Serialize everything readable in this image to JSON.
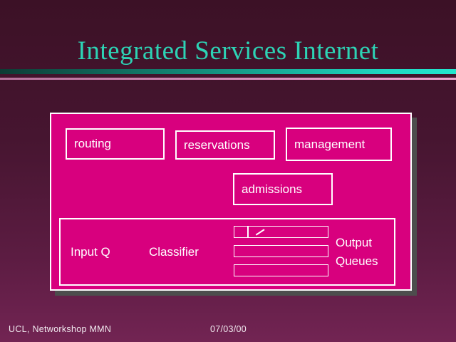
{
  "slide": {
    "title": "Integrated Services Internet",
    "footer_left": "UCL, Networkshop MMN",
    "footer_date": "07/03/00"
  },
  "diagram": {
    "routing_label": "routing",
    "reservations_label": "reservations",
    "management_label": "management",
    "admissions_label": "admissions",
    "input_q_label": "Input Q",
    "classifier_label": "Classifier",
    "output_queues_label": "Output Queues",
    "queue_count": 3
  },
  "colors": {
    "background_top": "#3C1126",
    "background_bottom": "#722453",
    "title_text": "#2DD3B5",
    "teal_rule": "#1FD9C2",
    "pink_rule": "#EFA6D0",
    "panel_magenta": "#D8007E",
    "panel_shadow": "#4D4D4D",
    "box_border": "#FFFFFF",
    "text_white": "#FFFFFF"
  }
}
